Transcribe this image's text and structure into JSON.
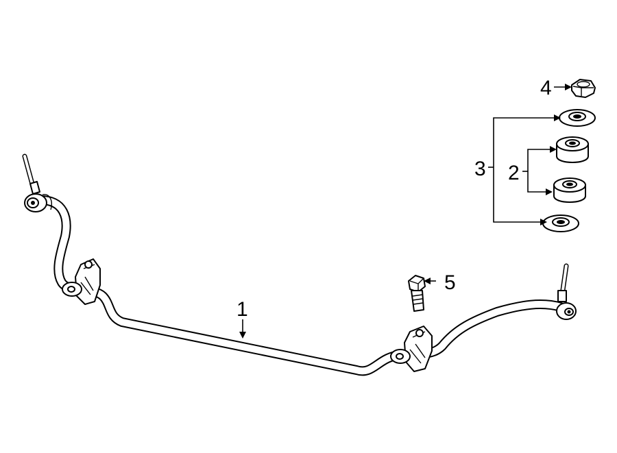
{
  "callouts": {
    "c1": "1",
    "c2": "2",
    "c3": "3",
    "c4": "4",
    "c5": "5"
  },
  "parts": [
    {
      "id": "c1",
      "part": "stabilizer-bar"
    },
    {
      "id": "c2",
      "part": "link-bushings"
    },
    {
      "id": "c3",
      "part": "link-hardware-kit"
    },
    {
      "id": "c4",
      "part": "link-nut"
    },
    {
      "id": "c5",
      "part": "bracket-bolt"
    }
  ]
}
